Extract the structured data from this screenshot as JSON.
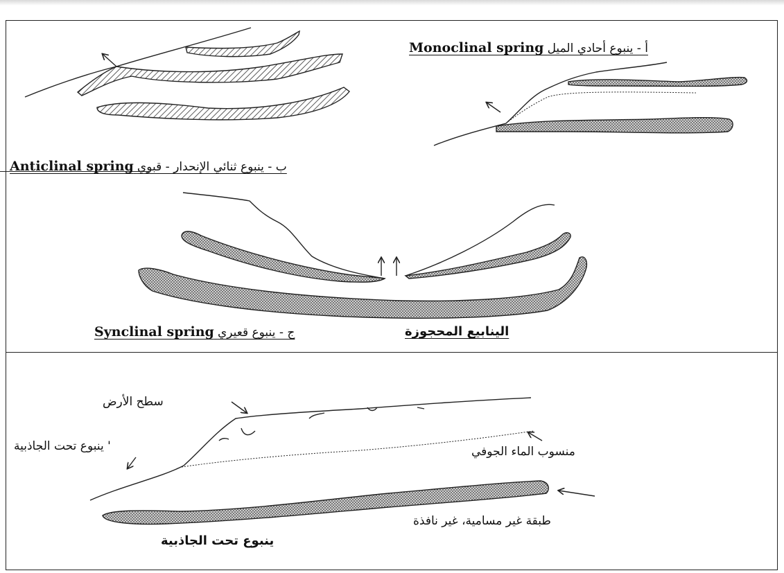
{
  "labels": {
    "monoclinal": {
      "arabic": "أ - ينبوع أحادي الميل",
      "english": "Monoclinal spring"
    },
    "anticlinal": {
      "arabic": "ب - ينبوع ثنائي الإنحدار - قبوي",
      "english": "Anticlinal spring"
    },
    "synclinal": {
      "arabic": "ج - ينبوع قعيري",
      "english": "Synclinal spring"
    },
    "confined_springs": "الينابيع المحجوزة",
    "ground_surface": "سطح الأرض",
    "subgravity_spring_side": "ينبوع تحت الجاذبية '",
    "water_table": "منسوب الماء الجوفي",
    "impermeable_layer": "طبقة غير مسامية، غير نافذة",
    "subgravity_spring_title": "ينبوع تحت الجاذبية"
  },
  "colors": {
    "line": "#222222",
    "background": "#ffffff"
  }
}
